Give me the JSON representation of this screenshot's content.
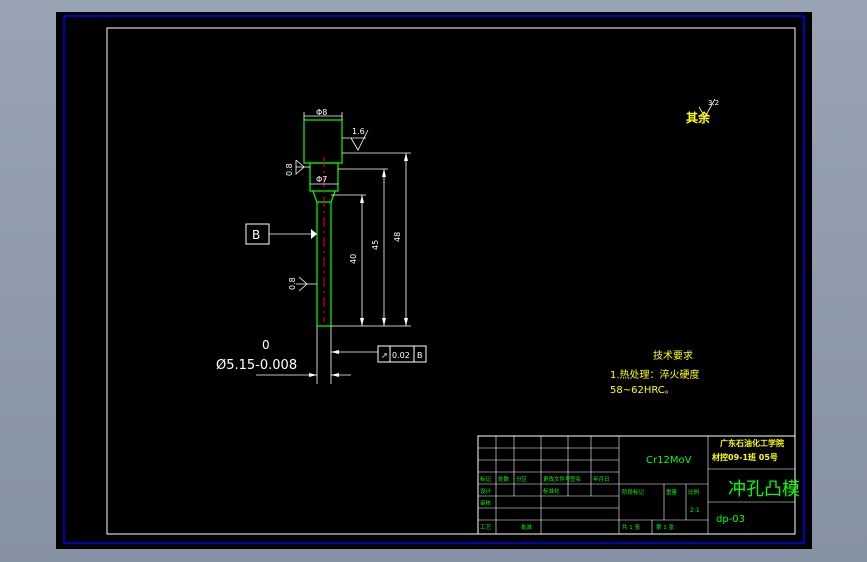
{
  "drawing": {
    "material": "Cr12MoV",
    "title_cn": "冲孔凸模",
    "school_line1": "广东石油化工学院",
    "school_line2": "材控09-1班 05号",
    "drawing_no": "dp-03",
    "scale": "2:1",
    "roughness_remaining": "其余",
    "roughness_remaining_value": "3.2",
    "roughness_top": "1.6",
    "roughness_side_1": "0.8",
    "roughness_side_2": "0.8",
    "datum_label": "B",
    "diameter_upper": "0",
    "diameter_main": "Ø5.15-0.008",
    "tolerance": {
      "symbol": "↗",
      "value": "0.02",
      "datum": "B"
    },
    "dim_head_width": "Φ8",
    "dim_neck_width": "Φ7",
    "dim_len_1": "40",
    "dim_len_2": "45",
    "dim_len_3": "48"
  },
  "tech_req": {
    "heading": "技术要求",
    "line1": "1.热处理：淬火硬度",
    "line2": "58~62HRC。"
  },
  "title_block": {
    "row_labels": [
      "标记",
      "处数",
      "分区",
      "更改文件号",
      "签名",
      "年月日"
    ],
    "design_label": "设计",
    "std_label": "标准化",
    "review_label": "审核",
    "process_label": "工艺",
    "approve_label": "批准",
    "stage_label": "阶段标记",
    "weight_label": "重量",
    "ratio_label": "比例",
    "sheet_total": "共 1 张",
    "sheet_no": "第 1 张"
  },
  "colors": {
    "background": "#000000",
    "geometry": "#00ff00",
    "dimension": "#ffffff",
    "centerline": "#ff0000",
    "frame": "#0000ff",
    "text_green": "#00ff00",
    "text_yellow": "#ffff00"
  }
}
